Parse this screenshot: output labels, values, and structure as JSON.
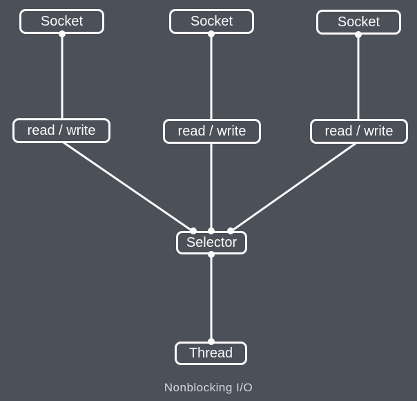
{
  "canvas": {
    "background": "#4c5059",
    "line_color": "#fafafb",
    "caption_color": "#d6d8dc"
  },
  "nodes": {
    "sockets": [
      {
        "label": "Socket"
      },
      {
        "label": "Socket"
      },
      {
        "label": "Socket"
      }
    ],
    "read_writes": [
      {
        "label": "read / write"
      },
      {
        "label": "read / write"
      },
      {
        "label": "read / write"
      }
    ],
    "selector": {
      "label": "Selector"
    },
    "thread": {
      "label": "Thread"
    }
  },
  "caption": {
    "text": "Nonblocking I/O"
  }
}
